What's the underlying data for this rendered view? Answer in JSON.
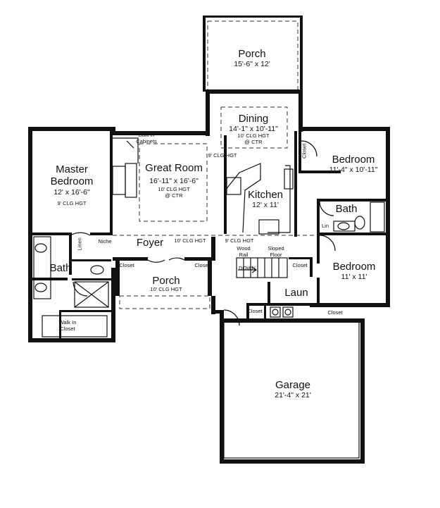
{
  "rooms": {
    "porch_rear": {
      "name": "Porch",
      "dim": "15'-6\" x 12'"
    },
    "dining": {
      "name": "Dining",
      "dim": "14'-1\" x 10'-11\"",
      "note1": "10' CLG HGT",
      "note2": "@ CTR"
    },
    "bedroom_ne": {
      "name": "Bedroom",
      "dim": "11'-4\" x 10'-11\""
    },
    "master": {
      "name1": "Master",
      "name2": "Bedroom",
      "dim": "12' x 16'-6\"",
      "note": "9' CLG HGT"
    },
    "great": {
      "name": "Great Room",
      "dim": "16'-11\" x 16'-6\"",
      "note1": "10' CLG HGT",
      "note2": "@ CTR"
    },
    "kitchen": {
      "name": "Kitchen",
      "dim": "12' x 11'"
    },
    "bath_e": {
      "name": "Bath"
    },
    "bath_w": {
      "name": "Bath"
    },
    "foyer": {
      "name": "Foyer"
    },
    "bedroom_se": {
      "name": "Bedroom",
      "dim": "11' x 11'"
    },
    "porch_front": {
      "name": "Porch",
      "note": "10' CLG HGT"
    },
    "laun": {
      "name": "Laun"
    },
    "garage": {
      "name": "Garage",
      "dim": "21'-4\" x 21'"
    }
  },
  "notes": {
    "built_in": "Built in",
    "cabinets": "Cabinets",
    "clg_9_kitchen": "9' CLG HGT",
    "clg_10_foyer": "10' CLG HGT",
    "clg_9_hall": "9' CLG HGT",
    "wood_rail_1": "Wood",
    "wood_rail_2": "Rail",
    "sloped_1": "Sloped",
    "sloped_2": "Floor",
    "down": "DOWN",
    "niche": "Niche",
    "linen": "Linen",
    "lin": "Lin",
    "walkin_1": "Walk In",
    "walkin_2": "Closet"
  },
  "closets": {
    "ne": "Closet",
    "foyer_w": "Closet",
    "foyer_e": "Closet",
    "hall": "Closet",
    "laun": "Closet",
    "bed_se": "Closet"
  }
}
